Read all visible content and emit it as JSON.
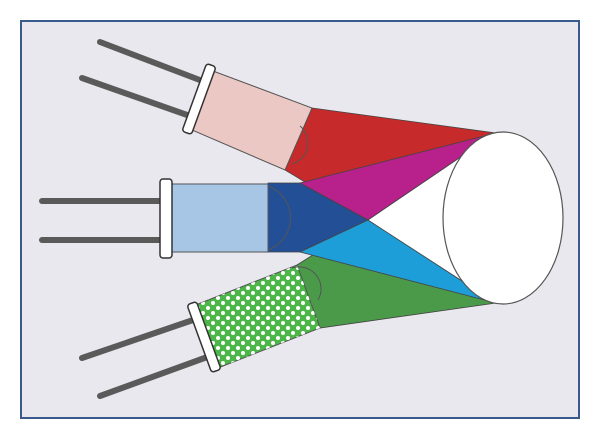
{
  "diagram": {
    "frame": {
      "background": "#e8e8ee",
      "border": "#3a5a8c"
    },
    "leds": [
      {
        "name": "red",
        "body_color": "#ecc8c4",
        "cone_color": "#c62a2a",
        "pattern": "plain"
      },
      {
        "name": "blue",
        "body_color": "#a7c6e6",
        "cone_color": "#234f96",
        "pattern": "plain"
      },
      {
        "name": "green",
        "body_color": "#4cb648",
        "cone_color": "#4a9a4a",
        "pattern": "dotted"
      }
    ],
    "mix_colors": {
      "red_blue": "#b8208c",
      "blue_green": "#1e9ed8",
      "white_center": "#ffffff"
    },
    "lead_color": "#5a5a5a",
    "screen_color": "#ffffff"
  }
}
